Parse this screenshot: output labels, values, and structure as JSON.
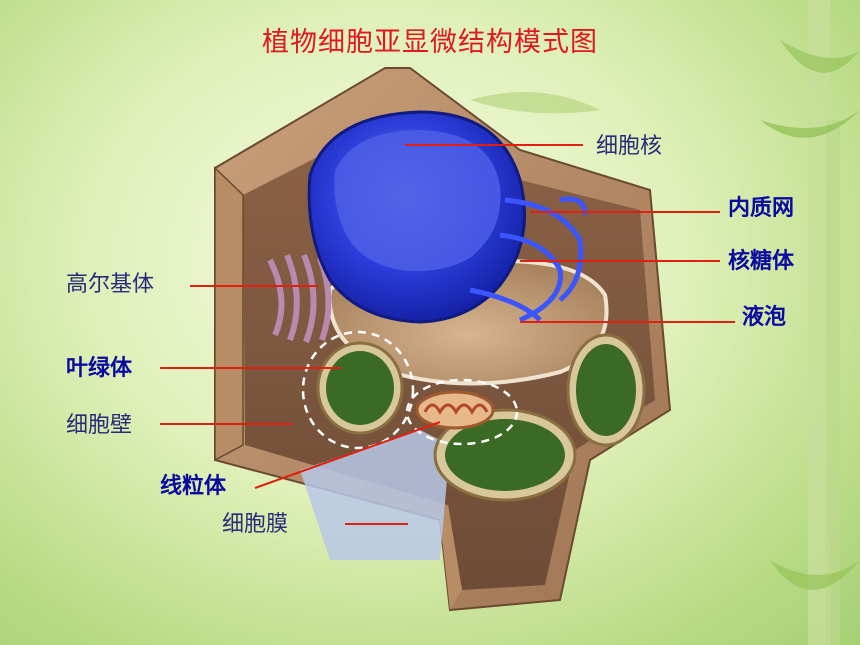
{
  "title": "植物细胞亚显微结构模式图",
  "labels": {
    "nucleus": "细胞核",
    "er": "内质网",
    "ribosome": "核糖体",
    "vacuole": "液泡",
    "golgi": "高尔基体",
    "chloroplast": "叶绿体",
    "cell_wall": "细胞壁",
    "mitochondrion": "线粒体",
    "membrane": "细胞膜"
  },
  "colors": {
    "title": "#e0181f",
    "leader_line": "#e02010",
    "label_plain": "#2a2a7a",
    "label_bold": "#0a0aa0",
    "nucleus": "#2a3fe0",
    "cell_wall": "#b58a62",
    "chloroplast": "#2f5a1c"
  }
}
